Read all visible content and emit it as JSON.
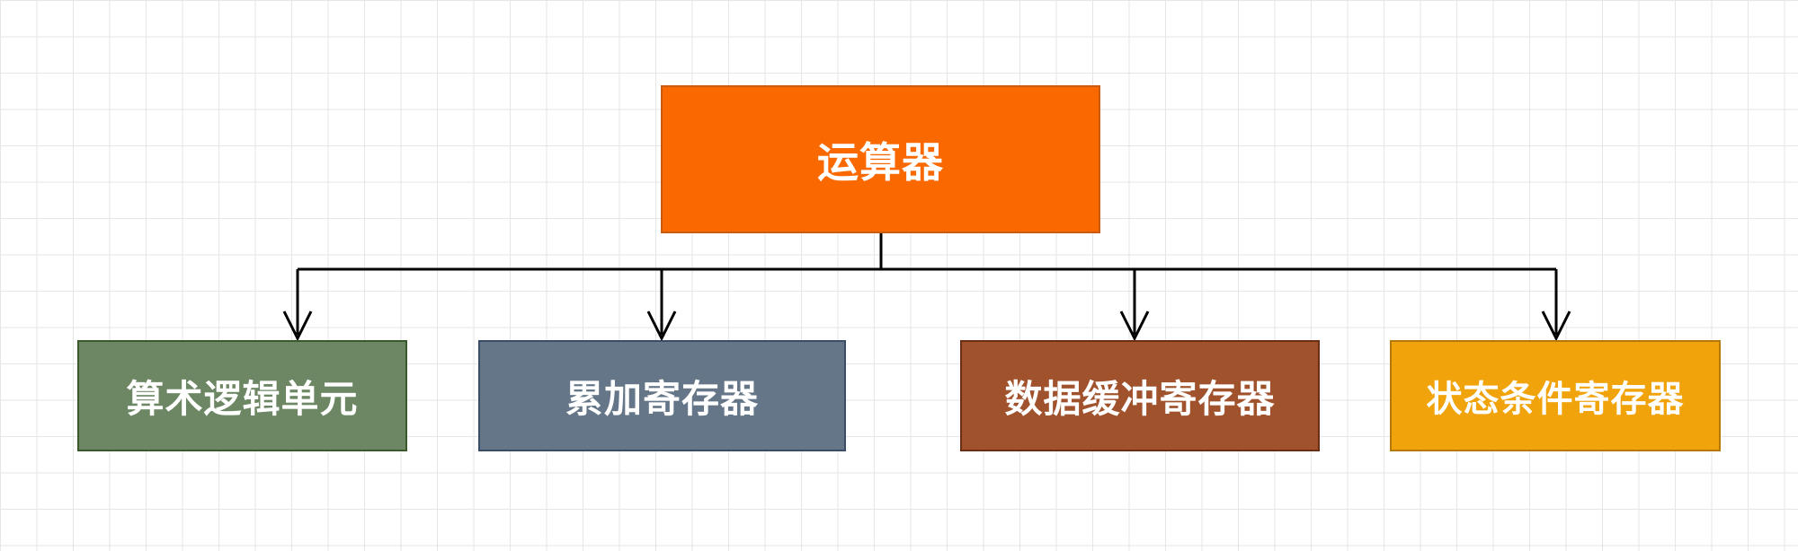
{
  "root": {
    "label": "运算器",
    "color": "#fa6800"
  },
  "children": [
    {
      "label": "算术逻辑单元",
      "color": "#6d8764"
    },
    {
      "label": "累加寄存器",
      "color": "#647687"
    },
    {
      "label": "数据缓冲寄存器",
      "color": "#a0522d"
    },
    {
      "label": "状态条件寄存器",
      "color": "#f0a30a"
    }
  ],
  "connector_color": "#000000"
}
